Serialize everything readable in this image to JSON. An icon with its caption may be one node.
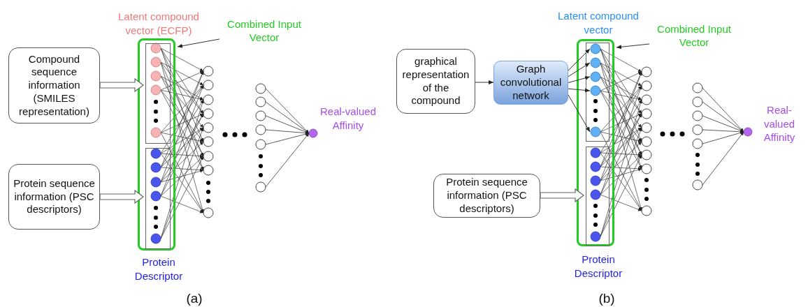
{
  "diagram": {
    "nodes": [
      {
        "text": [
          "Compound sequence information (SMILES representation)"
        ]
      },
      {
        "text": [
          "Protein sequence information (PSC descriptors)"
        ]
      },
      {
        "text": [],
        "shape": "box"
      },
      {
        "text": [
          "Latent compound vector (ECFP)"
        ],
        "in": 2
      },
      {
        "text": [
          "Protein Descriptor"
        ],
        "in": 2
      },
      {
        "text": [
          "Combined Input Vector"
        ]
      },
      {
        "text": [
          "graphical representation of the compound"
        ]
      },
      {
        "text": [
          "Graph convolutional network"
        ]
      },
      {
        "text": [
          "Protein sequence information (PSC descriptors)"
        ]
      },
      {
        "text": [],
        "shape": "box"
      },
      {
        "text": [
          "Latent compound vector"
        ],
        "in": 9
      },
      {
        "text": [
          "Protein Descriptor"
        ],
        "in": 9
      },
      {
        "text": [
          "Combined Input Vector"
        ]
      }
    ],
    "edges": [
      {
        "from": 0,
        "to": 3,
        "arrow": "to",
        "style": "thick"
      },
      {
        "from": 1,
        "to": 4,
        "arrow": "to",
        "style": "thick"
      },
      {
        "from": 5,
        "to": 2,
        "arrow": "to"
      },
      {
        "from": 6,
        "to": 7,
        "arrow": "to"
      },
      {
        "from": 7,
        "to": 10,
        "arrow": "to"
      },
      {
        "from": 8,
        "to": 11,
        "arrow": "to",
        "style": "thick"
      },
      {
        "from": 12,
        "to": 9,
        "arrow": "to"
      }
    ],
    "labels": [
      "Real-valued Affinity",
      "(a)",
      "Real-valued Affinity",
      "(b)"
    ]
  }
}
